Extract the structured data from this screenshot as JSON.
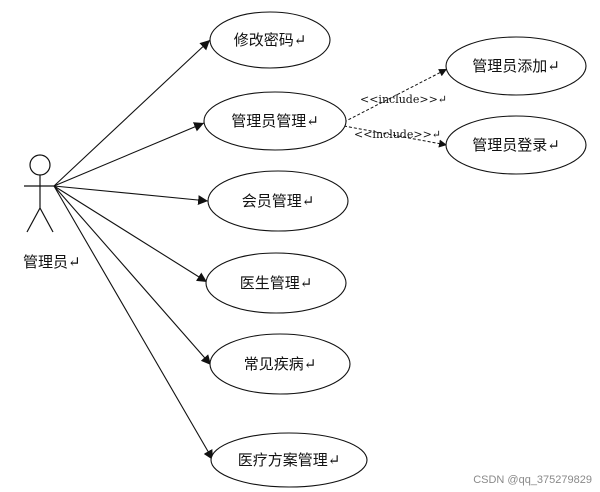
{
  "actor": {
    "label": "管理员↵"
  },
  "use_cases": [
    {
      "id": "uc-change-password",
      "label": "修改密码↵"
    },
    {
      "id": "uc-admin-management",
      "label": "管理员管理↵"
    },
    {
      "id": "uc-member-management",
      "label": "会员管理↵"
    },
    {
      "id": "uc-doctor-management",
      "label": "医生管理↵"
    },
    {
      "id": "uc-common-diseases",
      "label": "常见疾病↵"
    },
    {
      "id": "uc-treatment-plan-management",
      "label": "医疗方案管理↵"
    },
    {
      "id": "uc-admin-add",
      "label": "管理员添加↵"
    },
    {
      "id": "uc-admin-login",
      "label": "管理员登录↵"
    }
  ],
  "includes": [
    {
      "from": "uc-admin-management",
      "to": "uc-admin-add",
      "label": "<<include>>↵"
    },
    {
      "from": "uc-admin-management",
      "to": "uc-admin-login",
      "label": "<<include>>↵"
    }
  ],
  "watermark": "CSDN @qq_375279829",
  "colors": {
    "line": "#111111",
    "background": "#ffffff"
  }
}
